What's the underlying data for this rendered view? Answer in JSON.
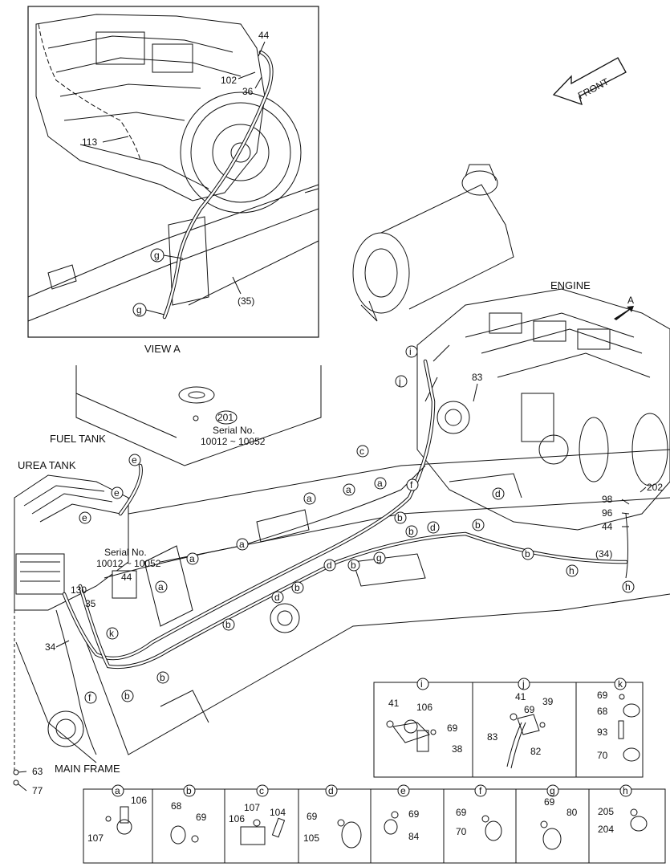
{
  "view_a": {
    "title": "VIEW A",
    "callouts": [
      "44",
      "102",
      "36",
      "113",
      "g",
      "g",
      "(35)"
    ]
  },
  "main": {
    "front": "FRONT",
    "engine": "ENGINE",
    "arrow_a": "A",
    "fuel_tank": "FUEL TANK",
    "urea_tank": "UREA TANK",
    "main_frame": "MAIN FRAME",
    "serial_1_label": "Serial No.",
    "serial_1_range": "10012 ~ 10052",
    "serial_1_part": "201",
    "serial_2_label": "Serial No.",
    "serial_2_range": "10012 ~ 10052",
    "serial_2_part": "44",
    "part_numbers": [
      "83",
      "202",
      "98",
      "96",
      "44",
      "(34)",
      "130",
      "35",
      "34",
      "63",
      "77"
    ],
    "clamp_letters": [
      "i",
      "j",
      "c",
      "e",
      "e",
      "e",
      "a",
      "a",
      "a",
      "a",
      "a",
      "a",
      "a",
      "b",
      "b",
      "b",
      "b",
      "b",
      "b",
      "b",
      "b",
      "b",
      "d",
      "d",
      "d",
      "d",
      "f",
      "f",
      "g",
      "h",
      "h",
      "k"
    ]
  },
  "details_top": [
    {
      "letter": "i",
      "parts": [
        "41",
        "106",
        "69",
        "38"
      ]
    },
    {
      "letter": "j",
      "parts": [
        "41",
        "69",
        "39",
        "83",
        "82"
      ]
    },
    {
      "letter": "k",
      "parts": [
        "69",
        "68",
        "93",
        "70"
      ]
    }
  ],
  "details_bottom": [
    {
      "letter": "a",
      "parts": [
        "106",
        "107"
      ]
    },
    {
      "letter": "b",
      "parts": [
        "68",
        "69"
      ]
    },
    {
      "letter": "c",
      "parts": [
        "107",
        "104",
        "106"
      ]
    },
    {
      "letter": "d",
      "parts": [
        "69",
        "105"
      ]
    },
    {
      "letter": "e",
      "parts": [
        "69",
        "84"
      ]
    },
    {
      "letter": "f",
      "parts": [
        "69",
        "70"
      ]
    },
    {
      "letter": "g",
      "parts": [
        "69",
        "80"
      ]
    },
    {
      "letter": "h",
      "parts": [
        "205",
        "204"
      ]
    }
  ]
}
